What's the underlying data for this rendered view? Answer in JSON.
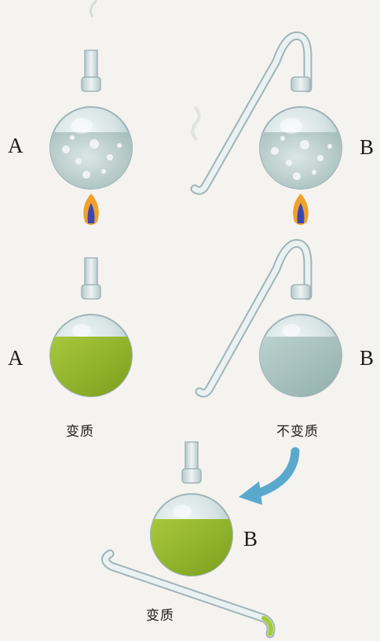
{
  "labels": {
    "top_left": "A",
    "top_right": "B",
    "middle_left": "A",
    "middle_right": "B",
    "bottom": "B"
  },
  "captions": {
    "middle_left": "变质",
    "middle_right": "不变质",
    "bottom": "变质"
  },
  "colors": {
    "background": "#f4f3ef",
    "glass": "#d7e4e6",
    "glass_outline": "#9fb4b8",
    "broth_spoiled": "#8fb32c",
    "broth_clear": "#a9c3c0",
    "flame_outer": "#f0a12c",
    "flame_inner": "#3b46b0",
    "arrow": "#5aa9cc"
  }
}
